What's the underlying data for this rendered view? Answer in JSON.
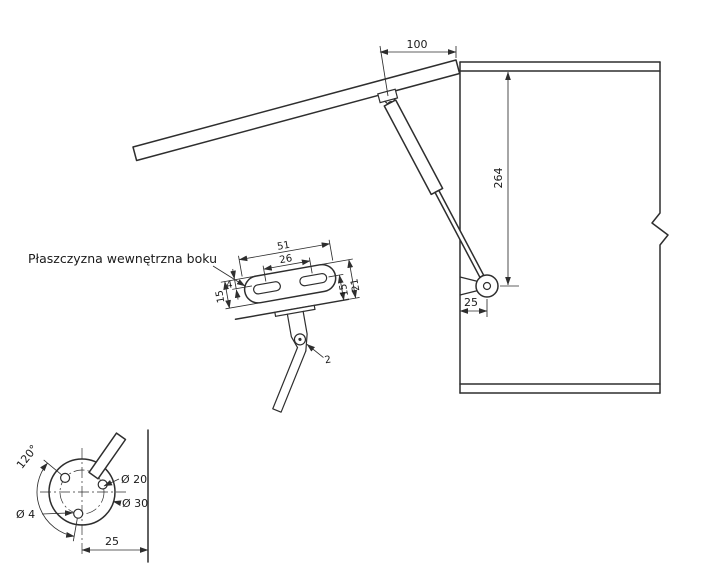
{
  "annotations": {
    "plane_label": "Płaszczyzna wewnętrzna boku"
  },
  "main_view": {
    "dim_bracket_offset": "100",
    "dim_mount_height": "264",
    "dim_pivot_offset": "25"
  },
  "plate_detail": {
    "dim_length": "51",
    "dim_slot_spacing": "26",
    "dim_edge_gap": "4",
    "dim_width": "15",
    "dim_slot_to_plane": "15",
    "dim_height": "21",
    "dim_thickness": "2"
  },
  "flange_detail": {
    "dim_angle": "120°",
    "dim_bolt_circle_dia": "Ø 20",
    "dim_flange_dia": "Ø 30",
    "dim_hole_dia": "Ø 4",
    "dim_offset": "25"
  }
}
